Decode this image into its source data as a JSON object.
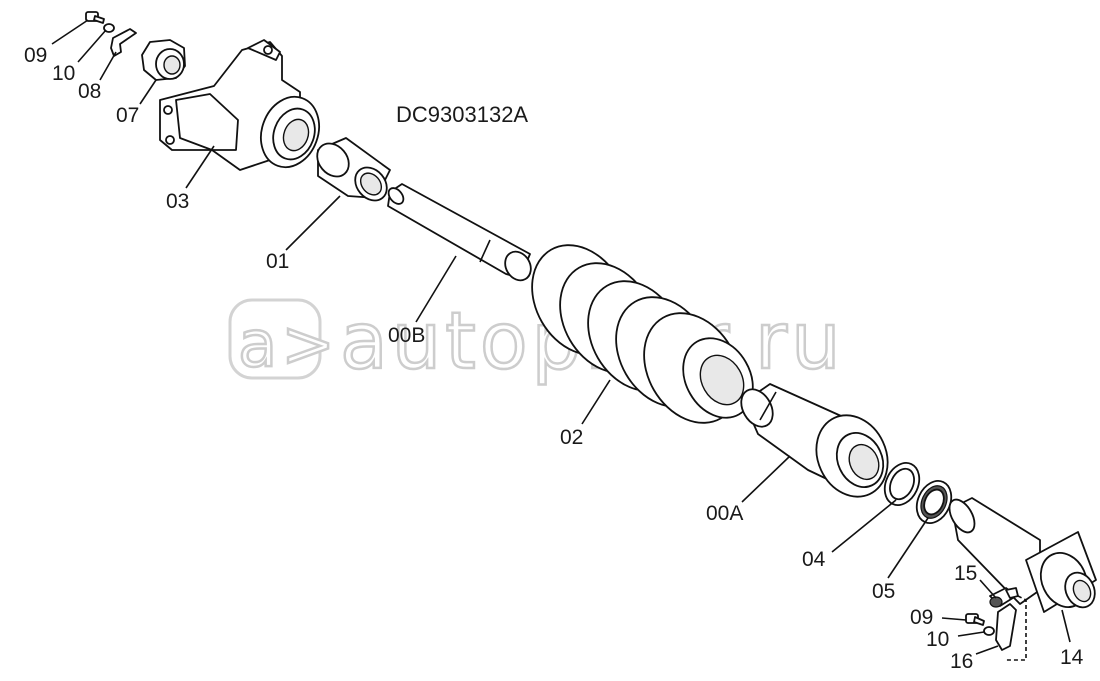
{
  "diagram": {
    "drawing_code": "DC9303132A",
    "watermark": "autopiter.ru",
    "callouts": [
      {
        "id": "c-09-top",
        "text": "09"
      },
      {
        "id": "c-10-top",
        "text": "10"
      },
      {
        "id": "c-08",
        "text": "08"
      },
      {
        "id": "c-07",
        "text": "07"
      },
      {
        "id": "c-03",
        "text": "03"
      },
      {
        "id": "c-01",
        "text": "01"
      },
      {
        "id": "c-00B",
        "text": "00B"
      },
      {
        "id": "c-02",
        "text": "02"
      },
      {
        "id": "c-00A",
        "text": "00A"
      },
      {
        "id": "c-04",
        "text": "04"
      },
      {
        "id": "c-05",
        "text": "05"
      },
      {
        "id": "c-15",
        "text": "15"
      },
      {
        "id": "c-09-bot",
        "text": "09"
      },
      {
        "id": "c-10-bot",
        "text": "10"
      },
      {
        "id": "c-16",
        "text": "16"
      },
      {
        "id": "c-14",
        "text": "14"
      }
    ]
  }
}
